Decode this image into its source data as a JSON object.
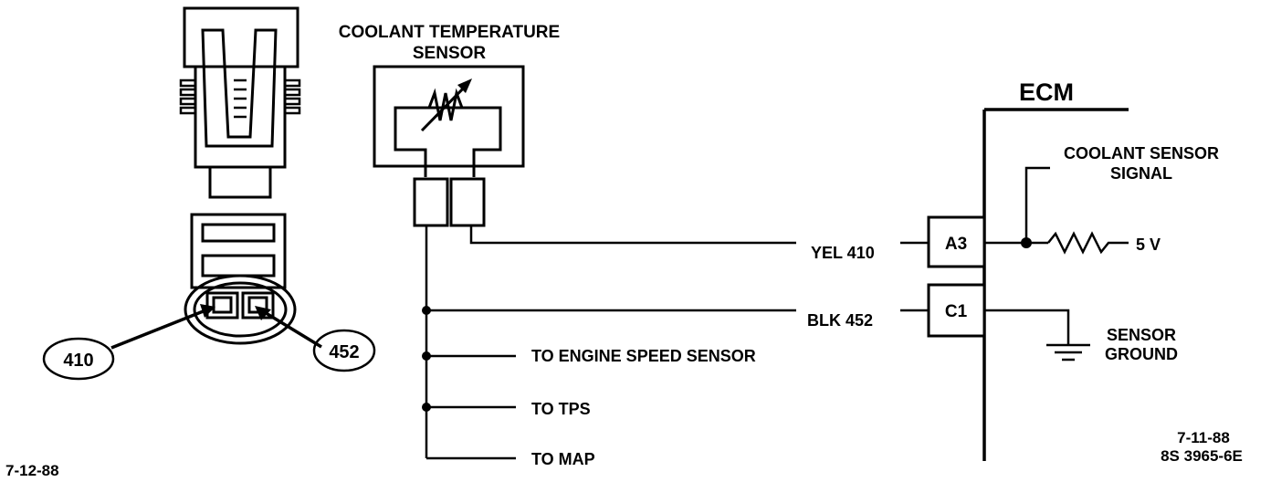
{
  "labels": {
    "sensor_title_line1": "COOLANT TEMPERATURE",
    "sensor_title_line2": "SENSOR",
    "ecm": "ECM",
    "signal_line1": "COOLANT SENSOR",
    "signal_line2": "SIGNAL",
    "voltage": "5 V",
    "ground_line1": "SENSOR",
    "ground_line2": "GROUND",
    "pin_a3": "A3",
    "pin_c1": "C1",
    "wire_yel": "YEL 410",
    "wire_blk": "BLK 452",
    "to_engine_speed": "TO ENGINE SPEED SENSOR",
    "to_tps": "TO TPS",
    "to_map": "TO MAP",
    "callout_410": "410",
    "callout_452": "452",
    "date_left": "7-12-88",
    "date_right": "7-11-88",
    "code_right": "8S 3965-6E"
  },
  "colors": {
    "ink": "#000000",
    "paper": "#ffffff"
  }
}
